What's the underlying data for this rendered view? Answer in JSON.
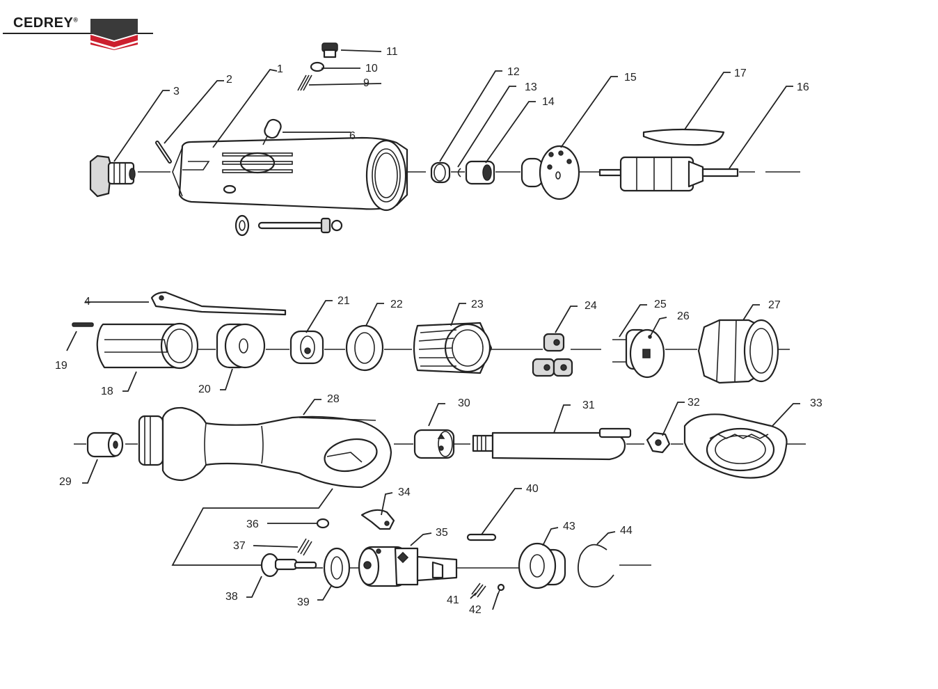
{
  "brand": {
    "name": "CEDREY",
    "registered_mark": "®",
    "colors": {
      "dark": "#3a3a3a",
      "accent": "#cc1f2e"
    }
  },
  "callouts": [
    {
      "id": "1",
      "label": "1"
    },
    {
      "id": "2",
      "label": "2"
    },
    {
      "id": "3",
      "label": "3"
    },
    {
      "id": "4",
      "label": "4"
    },
    {
      "id": "6",
      "label": "6"
    },
    {
      "id": "9",
      "label": "9"
    },
    {
      "id": "10",
      "label": "10"
    },
    {
      "id": "11",
      "label": "11"
    },
    {
      "id": "12",
      "label": "12"
    },
    {
      "id": "13",
      "label": "13"
    },
    {
      "id": "14",
      "label": "14"
    },
    {
      "id": "15",
      "label": "15"
    },
    {
      "id": "16",
      "label": "16"
    },
    {
      "id": "17",
      "label": "17"
    },
    {
      "id": "18",
      "label": "18"
    },
    {
      "id": "19",
      "label": "19"
    },
    {
      "id": "20",
      "label": "20"
    },
    {
      "id": "21",
      "label": "21"
    },
    {
      "id": "22",
      "label": "22"
    },
    {
      "id": "23",
      "label": "23"
    },
    {
      "id": "24",
      "label": "24"
    },
    {
      "id": "25",
      "label": "25"
    },
    {
      "id": "26",
      "label": "26"
    },
    {
      "id": "27",
      "label": "27"
    },
    {
      "id": "28",
      "label": "28"
    },
    {
      "id": "29",
      "label": "29"
    },
    {
      "id": "30",
      "label": "30"
    },
    {
      "id": "31",
      "label": "31"
    },
    {
      "id": "32",
      "label": "32"
    },
    {
      "id": "33",
      "label": "33"
    },
    {
      "id": "34",
      "label": "34"
    },
    {
      "id": "35",
      "label": "35"
    },
    {
      "id": "36",
      "label": "36"
    },
    {
      "id": "37",
      "label": "37"
    },
    {
      "id": "38",
      "label": "38"
    },
    {
      "id": "39",
      "label": "39"
    },
    {
      "id": "40",
      "label": "40"
    },
    {
      "id": "41",
      "label": "41"
    },
    {
      "id": "42",
      "label": "42"
    },
    {
      "id": "43",
      "label": "43"
    },
    {
      "id": "44",
      "label": "44"
    }
  ]
}
